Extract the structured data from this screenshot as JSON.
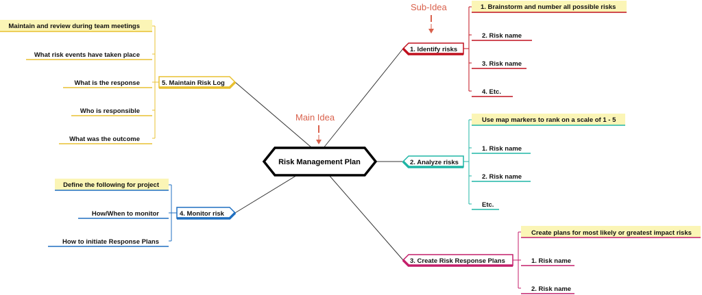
{
  "main_idea": {
    "label": "Risk Management Plan"
  },
  "annotations": {
    "main": "Main Idea",
    "sub": "Sub-Idea"
  },
  "colors": {
    "red": "#c0101e",
    "teal": "#1fb5a5",
    "magenta": "#c41e6a",
    "blue": "#1f6fc0",
    "gold": "#e8c030",
    "note_fill": "#fbf5b6",
    "connector": "#333333",
    "annotation": "#d9614c"
  },
  "branches": [
    {
      "label": "1. Identify risks",
      "children": [
        "1. Brainstorm and number all possible risks",
        "2. Risk name",
        "3. Risk name",
        "4. Etc."
      ]
    },
    {
      "label": "2. Analyze risks",
      "children": [
        "Use map markers to rank on a scale of 1 - 5",
        "1. Risk name",
        "2. Risk name",
        "Etc."
      ]
    },
    {
      "label": "3. Create Risk Response Plans",
      "children": [
        "Create plans for most likely or greatest impact risks",
        "1. Risk name",
        "2. Risk name"
      ]
    },
    {
      "label": "4. Monitor risk",
      "children": [
        "Define the following for project",
        "How/When to monitor",
        "How to initiate Response Plans"
      ]
    },
    {
      "label": "5. Maintain Risk Log",
      "children": [
        "Maintain and review during team meetings",
        "What risk events have taken place",
        "What is the response",
        "Who is responsible",
        "What was the outcome"
      ]
    }
  ]
}
